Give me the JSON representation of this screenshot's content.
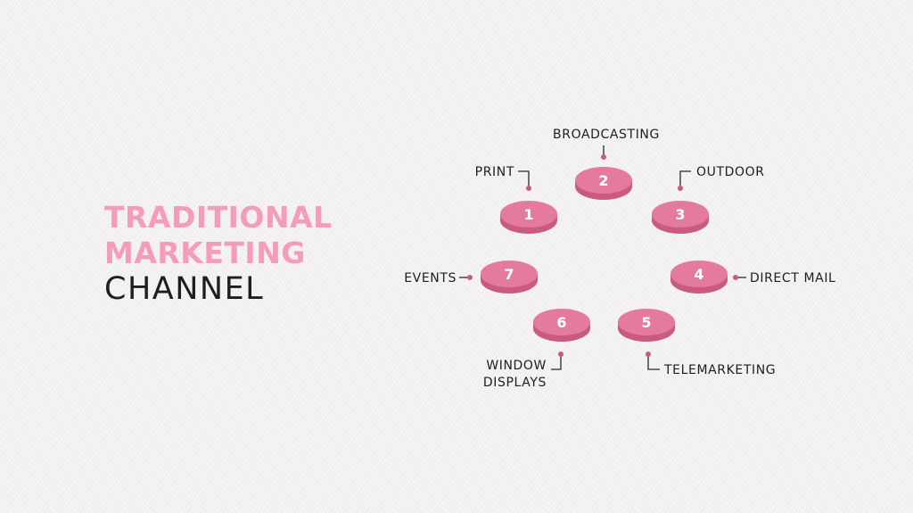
{
  "title": {
    "line1": "TRADITIONAL",
    "line2": "MARKETING",
    "line3": "CHANNEL"
  },
  "colors": {
    "accent": "#f59bbb",
    "disc_top": "#e57a9f",
    "disc_side": "#c95a80",
    "text": "#1e1e1e",
    "connector": "#c95a80"
  },
  "channels": [
    {
      "number": "1",
      "label": "PRINT"
    },
    {
      "number": "2",
      "label": "BROADCASTING"
    },
    {
      "number": "3",
      "label": "OUTDOOR"
    },
    {
      "number": "4",
      "label": "DIRECT MAIL"
    },
    {
      "number": "5",
      "label": "TELEMARKETING"
    },
    {
      "number": "6",
      "label_line1": "WINDOW",
      "label_line2": "DISPLAYS"
    },
    {
      "number": "7",
      "label": "EVENTS"
    }
  ]
}
